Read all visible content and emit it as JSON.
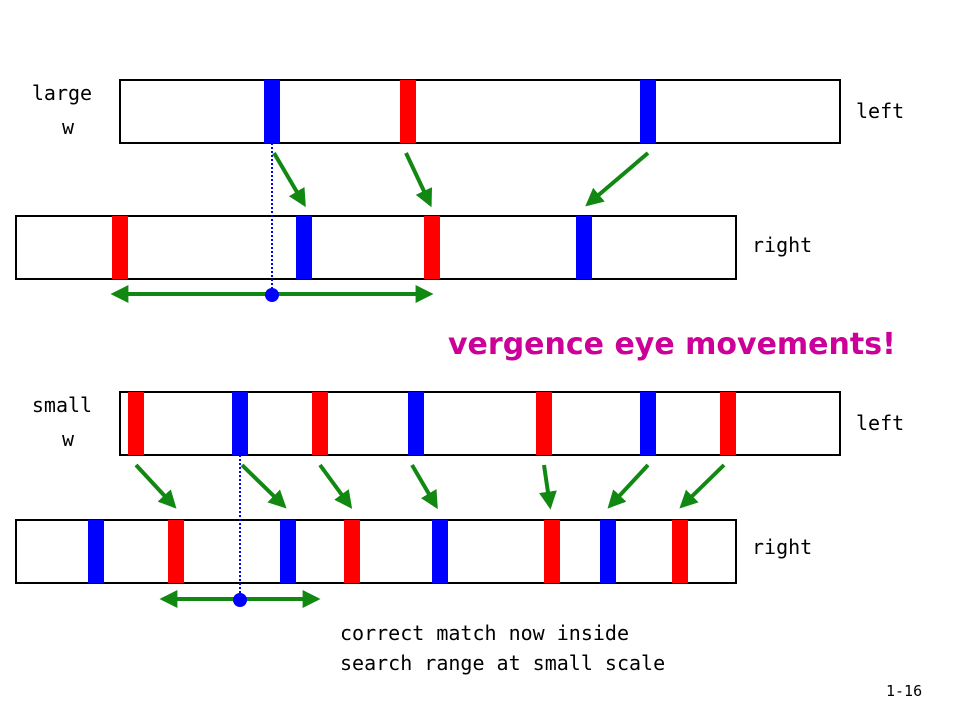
{
  "large_scale": {
    "scale_label": [
      "large",
      "w"
    ],
    "left_label": "left",
    "right_label": "right"
  },
  "headline": "vergence eye movements!",
  "small_scale": {
    "scale_label": [
      "small",
      "w"
    ],
    "left_label": "left",
    "right_label": "right"
  },
  "caption": [
    "correct match now inside",
    "search range at small scale"
  ],
  "page_number": "1-16",
  "colors": {
    "red": "#ff0000",
    "blue": "#0000ff",
    "arrow_green": "#118811",
    "headline_magenta": "#cc0099"
  }
}
